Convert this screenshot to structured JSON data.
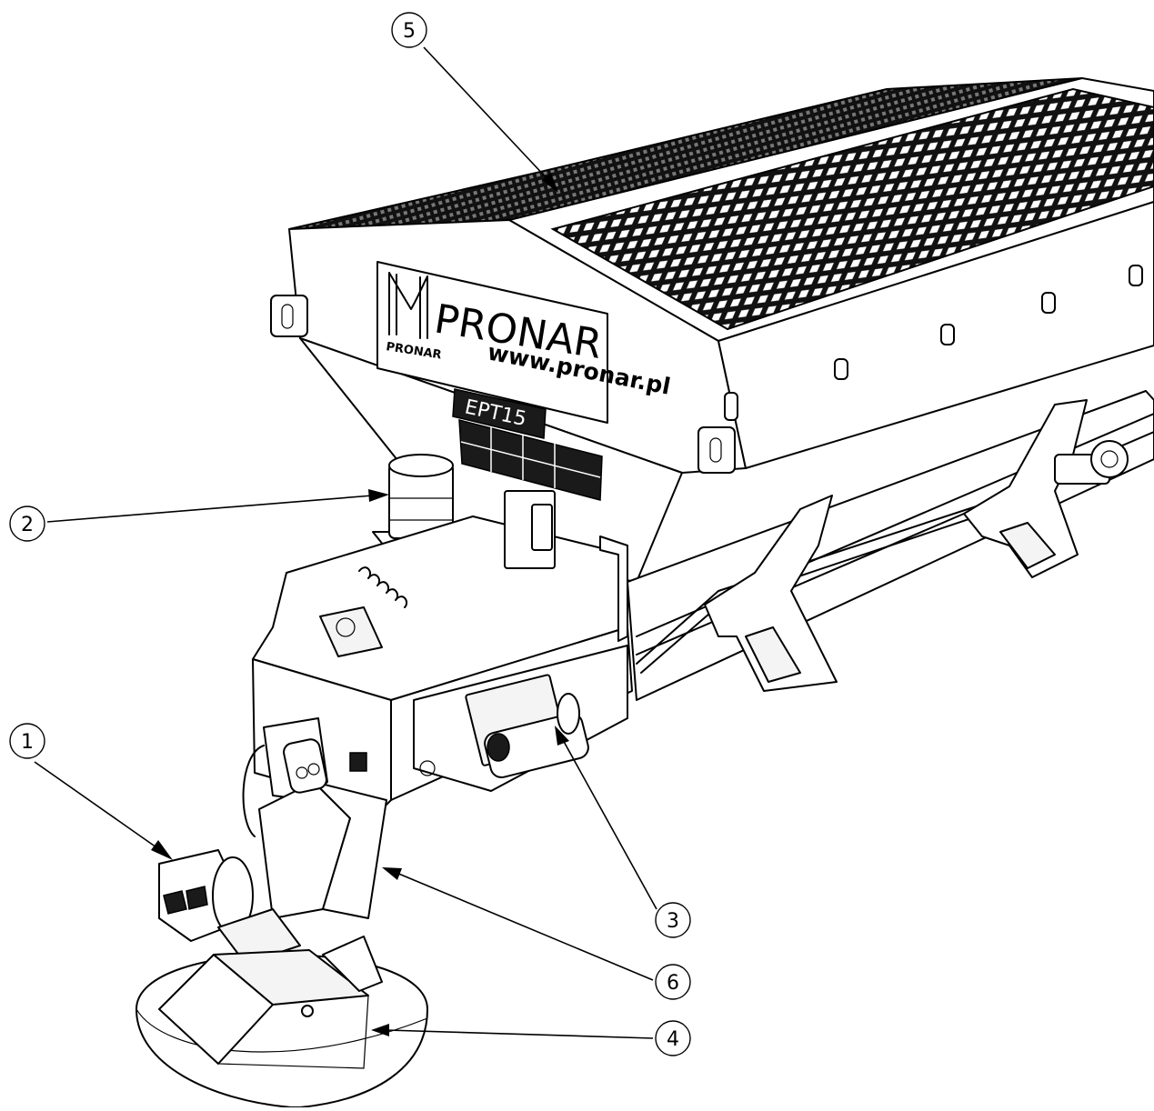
{
  "brand": {
    "name": "PRONAR",
    "logo_caption": "PRONAR",
    "website": "www.pronar.pl",
    "model_plate": "EPT15"
  },
  "callouts": [
    {
      "id": "c1",
      "label": "1"
    },
    {
      "id": "c2",
      "label": "2"
    },
    {
      "id": "c3",
      "label": "3"
    },
    {
      "id": "c4",
      "label": "4"
    },
    {
      "id": "c5",
      "label": "5"
    },
    {
      "id": "c6",
      "label": "6"
    }
  ],
  "colors": {
    "line": "#000000",
    "background": "#ffffff",
    "grate": "#1a1a1a"
  }
}
